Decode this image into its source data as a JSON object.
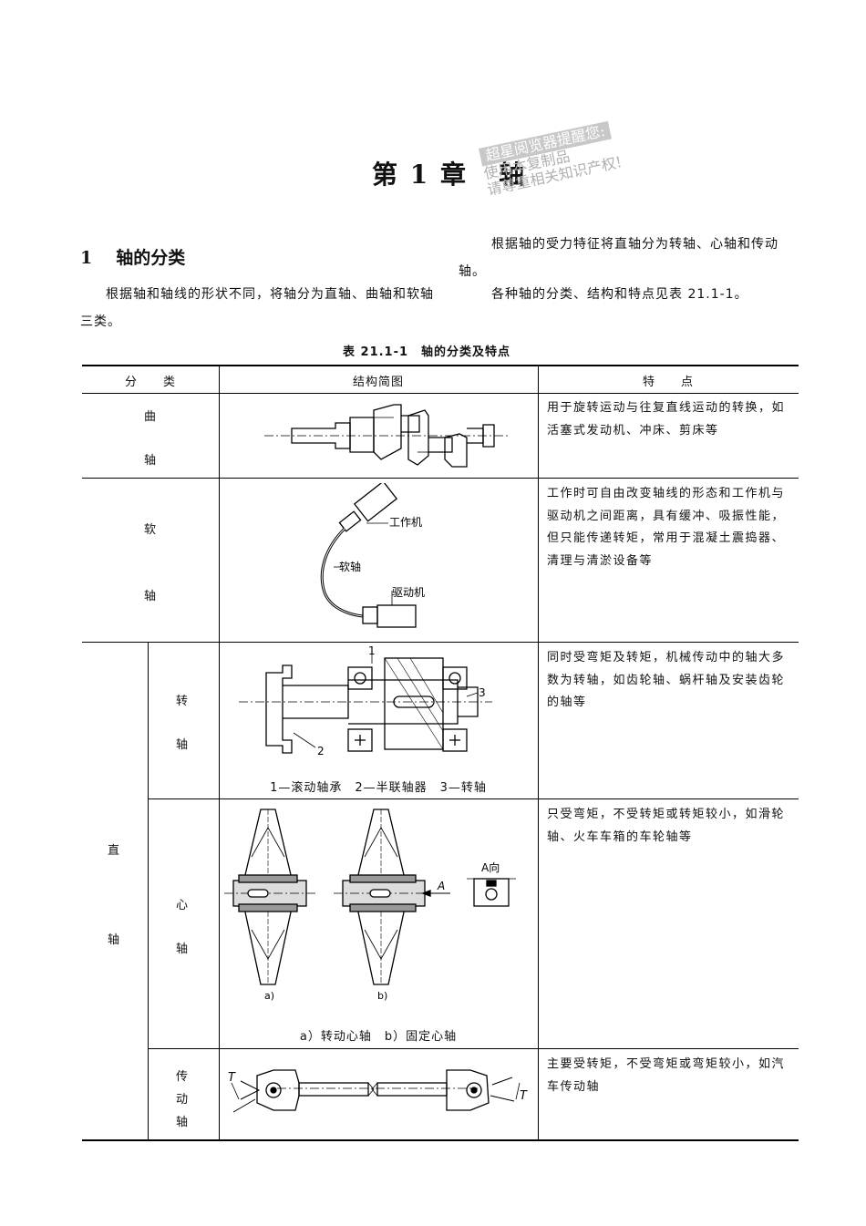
{
  "chapter": {
    "label": "第 1 章",
    "title": "轴"
  },
  "watermark": {
    "line1": "超星阅览器提醒您:",
    "line2": "使用本复制品",
    "line3": "请尊重相关知识产权!"
  },
  "section": {
    "number": "1",
    "title": "轴的分类"
  },
  "paragraphs": {
    "left": "根据轴和轴线的形状不同，将轴分为直轴、曲轴和软轴三类。",
    "right1": "根据轴的受力特征将直轴分为转轴、心轴和传动轴。",
    "right2": "各种轴的分类、结构和特点见表 21.1-1。"
  },
  "table": {
    "caption": "表 21.1-1　轴的分类及特点",
    "headers": {
      "category": "分　　类",
      "diagram": "结构简图",
      "feature": "特　　点"
    },
    "rows": {
      "crankshaft": {
        "c1": "曲",
        "c2": "轴",
        "feature": "用于旋转运动与往复直线运动的转换，如活塞式发动机、冲床、剪床等"
      },
      "flexible": {
        "c1": "软",
        "c2": "轴",
        "labels": {
          "work": "工作机",
          "soft": "软轴",
          "drive": "驱动机"
        },
        "feature": "工作时可自由改变轴线的形态和工作机与驱动机之间距离，具有缓冲、吸振性能，但只能传递转矩，常用于混凝土震捣器、清理与清淤设备等"
      },
      "straight": {
        "c1": "直",
        "c2": "轴"
      },
      "rotating": {
        "c1": "转",
        "c2": "轴",
        "labels": {
          "n1": "1",
          "n2": "2",
          "n3": "3"
        },
        "caption": "1—滚动轴承　2—半联轴器　3—转轴",
        "feature": "同时受弯矩及转矩，机械传动中的轴大多数为转轴，如齿轮轴、蜗杆轴及安装齿轮的轴等"
      },
      "spindle": {
        "c1": "心",
        "c2": "轴",
        "labels": {
          "a": "a)",
          "b": "b)",
          "arrow": "A",
          "view": "A向"
        },
        "caption": "a）转动心轴　b）固定心轴",
        "feature": "只受弯矩，不受转矩或转矩较小，如滑轮轴、火车车箱的车轮轴等"
      },
      "transmission": {
        "c1": "传",
        "c2": "动",
        "c3": "轴",
        "labels": {
          "t": "T"
        },
        "feature": "主要受转矩，不受弯矩或弯矩较小，如汽车传动轴"
      }
    }
  }
}
